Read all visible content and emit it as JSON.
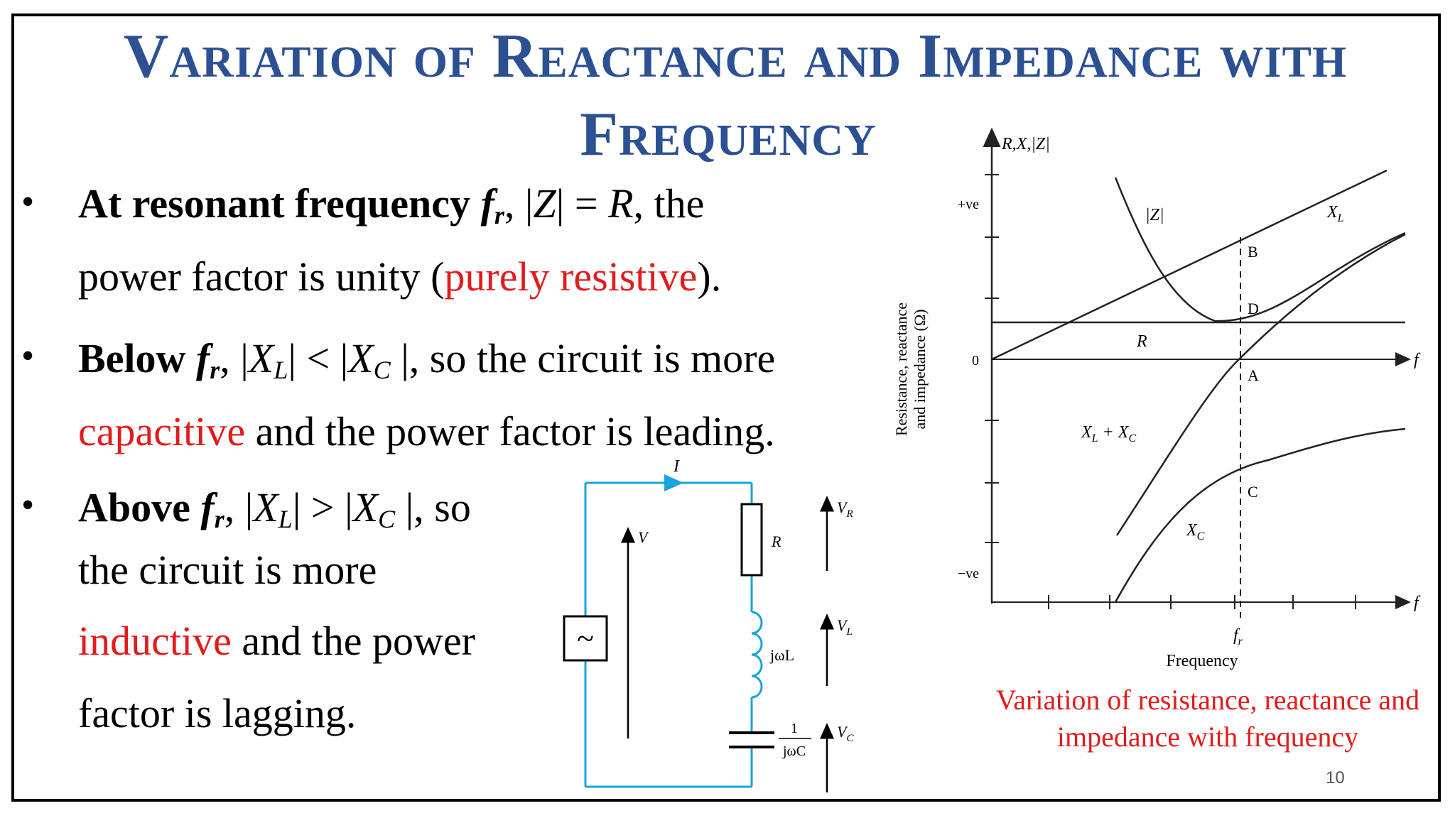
{
  "slide": {
    "title_line1": "Variation of Reactance and Impedance with",
    "title_line2": "Frequency",
    "page_number": "10"
  },
  "bullets": [
    {
      "marker": "•",
      "lines": [
        [
          "At resonant frequency ",
          "f",
          "r",
          ", |",
          "Z",
          "| = ",
          "R",
          ", the"
        ],
        [
          "power factor is unity (",
          "purely resistive",
          ")."
        ]
      ]
    },
    {
      "marker": "•",
      "lines": [
        [
          "Below ",
          "f",
          "r",
          ", |",
          "X",
          "L",
          "| < |",
          "X",
          "C",
          " |, so the circuit is more"
        ],
        [
          "capacitive",
          " and the power factor is leading."
        ]
      ]
    },
    {
      "marker": "•",
      "lines": [
        [
          "Above ",
          "f",
          "r",
          ", |",
          "X",
          "L",
          "| > |",
          "X",
          "C",
          " |, so"
        ],
        [
          "the circuit is more"
        ],
        [
          "inductive",
          " and the power"
        ],
        [
          "factor is lagging."
        ]
      ]
    }
  ],
  "circuit": {
    "current_label": "I",
    "voltage_label": "V",
    "source_symbol": "~",
    "resistor_label": "R",
    "inductor_label": "jωL",
    "capacitor_label_num": "1",
    "capacitor_label_den": "jωC",
    "vr_label": "V",
    "vr_sub": "R",
    "vl_label": "V",
    "vl_sub": "L",
    "vc_label": "V",
    "vc_sub": "C",
    "wire_color": "#19a3dc"
  },
  "graph": {
    "y_axis_label": "R,X,|Z|",
    "y_title_line1": "Resistance, reactance",
    "y_title_line2": "and impedance (Ω)",
    "plus_ve": "+ve",
    "minus_ve": "−ve",
    "zero": "0",
    "x_axis_label": "f",
    "x_axis_label_bottom": "f",
    "fr_label": "f",
    "fr_sub": "r",
    "x_title": "Frequency",
    "curve_labels": {
      "Z": "|Z|",
      "XL": "X",
      "XL_sub": "L",
      "R": "R",
      "XLXC": "X",
      "XLXC_sub1": "L",
      "XLXC_plus": " + X",
      "XLXC_sub2": "C",
      "XC": "X",
      "XC_sub": "C"
    },
    "points": [
      "B",
      "D",
      "A",
      "C"
    ]
  },
  "caption": {
    "line1": "Variation of resistance, reactance and",
    "line2": "impedance with frequency"
  },
  "colors": {
    "title": "#2c5192",
    "highlight": "#e31b1b",
    "circuit": "#19a3dc"
  }
}
